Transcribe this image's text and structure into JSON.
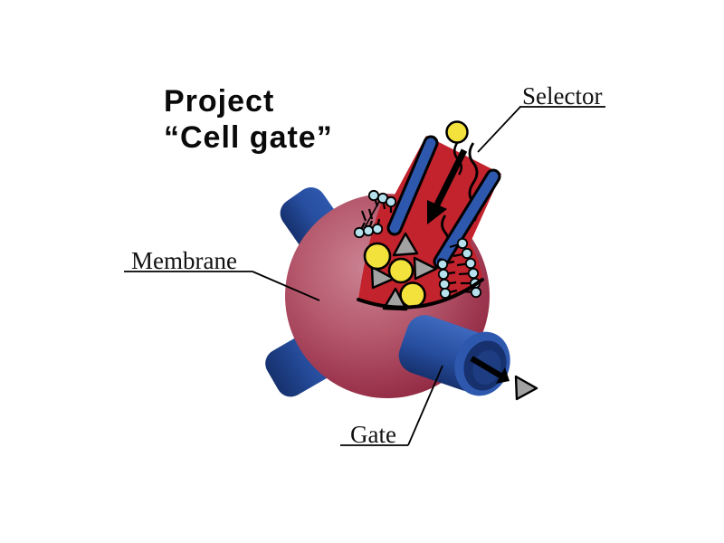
{
  "slide": {
    "title": {
      "line1": "Project",
      "line2": "“Cell gate”"
    },
    "labels": {
      "selector": "Selector",
      "membrane": "Membrane",
      "gate": "Gate"
    },
    "colors": {
      "background": "#ffffff",
      "interior_red": "#c2232c",
      "membrane_rose_light": "#ca8392",
      "membrane_rose": "#b65a6e",
      "membrane_dark": "#9d3750",
      "membrane_edge": "#871d35",
      "channel_blue": "#2e58ae",
      "tube_blue_light": "#3e69be",
      "tube_blue": "#274e9f",
      "tube_blue_dark": "#16316e",
      "tube_hole": "#1d3c82",
      "particle_yellow": "#f3e13c",
      "triangle_gray": "#a2a2a2",
      "lipid_head": "#b5e0ec",
      "line_black": "#000000"
    }
  }
}
